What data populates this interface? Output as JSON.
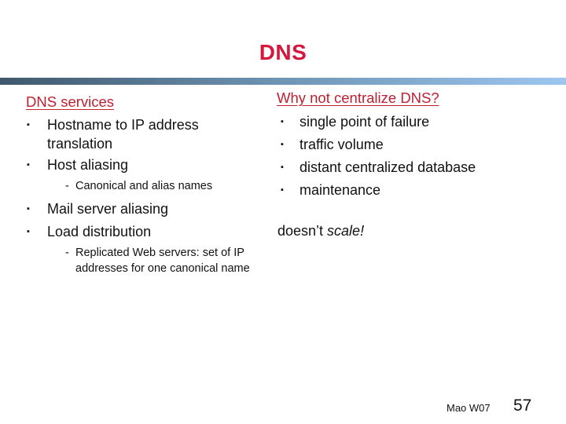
{
  "colors": {
    "title-red": "#d5173e",
    "heading-red": "#bf2031",
    "body-text": "#111111",
    "bar-left": "#3f586d",
    "bar-mid": "#6f94b4",
    "bar-right": "#9dc6f0"
  },
  "title": "DNS",
  "left_panel": {
    "heading": "DNS services",
    "bullet_glyph": "▪",
    "sub_bullet_glyph": "-",
    "items": [
      {
        "text": "Hostname to IP address translation"
      },
      {
        "text": "Host aliasing"
      },
      {
        "text": "Canonical and alias names"
      },
      {
        "text": "Mail server aliasing"
      },
      {
        "text": "Load distribution"
      },
      {
        "text": "Replicated Web servers: set of IP addresses for one canonical name"
      }
    ]
  },
  "right_panel": {
    "heading": "Why not centralize DNS?",
    "bullet_glyph": "▪",
    "items": [
      {
        "text": "single point of failure"
      },
      {
        "text": "traffic volume"
      },
      {
        "text": "distant centralized database"
      },
      {
        "text": "maintenance"
      }
    ],
    "note": {
      "regular": "doesn’t ",
      "italic": "scale!"
    }
  },
  "footer": {
    "author": "Mao W07",
    "page_number": "57"
  }
}
